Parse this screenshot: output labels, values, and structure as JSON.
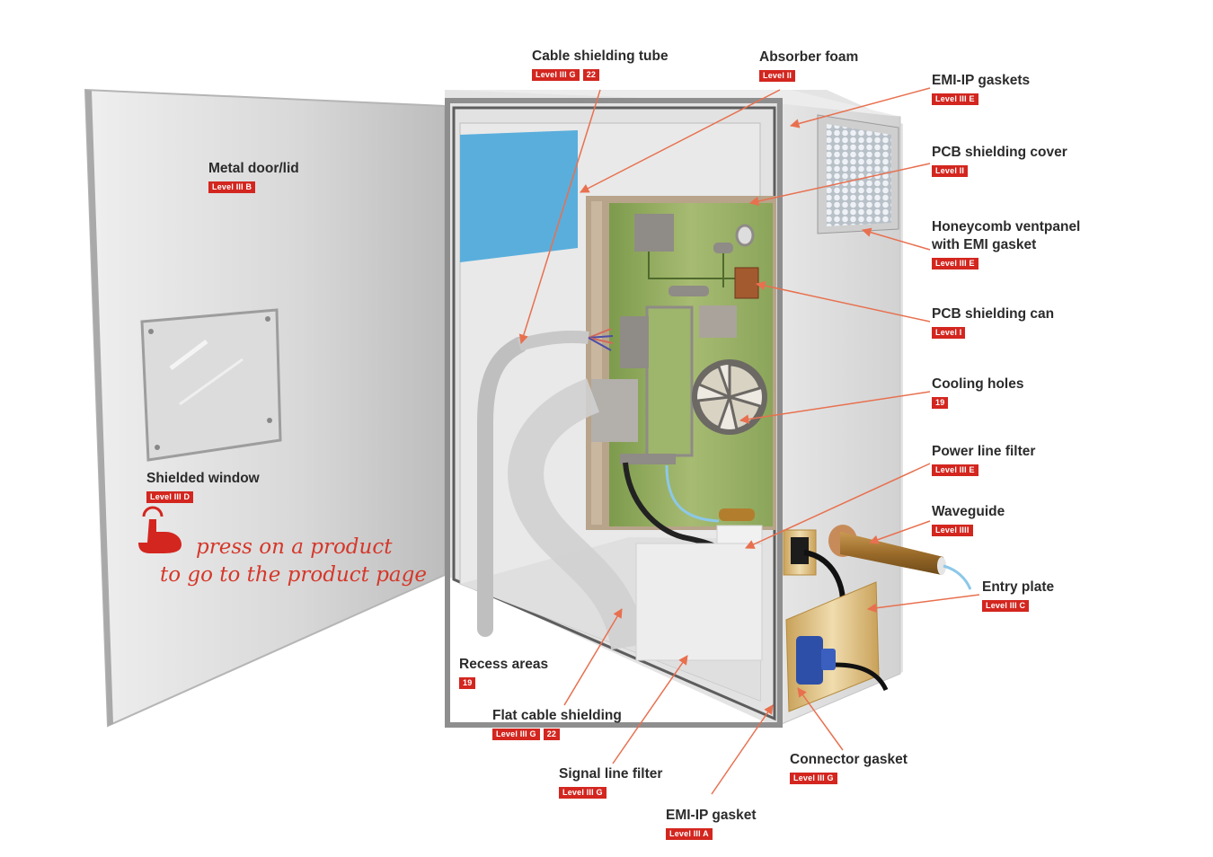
{
  "diagram": {
    "title": "EMI shielded enclosure",
    "accent_color": "#d3261f",
    "leader_color": "#e8704f",
    "hint": {
      "icon": "tap-hand-icon",
      "line1": "press on a product",
      "line2": "to go to the product page"
    },
    "labels": [
      {
        "id": "cable-shielding-tube",
        "title": "Cable shielding tube",
        "badges": [
          "Level III G",
          "22"
        ]
      },
      {
        "id": "absorber-foam",
        "title": "Absorber foam",
        "badges": [
          "Level II"
        ]
      },
      {
        "id": "emi-ip-gaskets",
        "title": "EMI-IP gaskets",
        "badges": [
          "Level III E"
        ]
      },
      {
        "id": "pcb-shielding-cover",
        "title": "PCB shielding cover",
        "badges": [
          "Level II"
        ]
      },
      {
        "id": "honeycomb-ventpanel",
        "title": "Honeycomb ventpanel",
        "title2": "with EMI gasket",
        "badges": [
          "Level III E"
        ]
      },
      {
        "id": "pcb-shielding-can",
        "title": "PCB shielding can",
        "badges": [
          "Level I"
        ]
      },
      {
        "id": "cooling-holes",
        "title": "Cooling holes",
        "badges": [
          "19"
        ]
      },
      {
        "id": "power-line-filter",
        "title": "Power line filter",
        "badges": [
          "Level III E"
        ]
      },
      {
        "id": "waveguide",
        "title": "Waveguide",
        "badges": [
          "Level IIII"
        ]
      },
      {
        "id": "entry-plate",
        "title": "Entry plate",
        "badges": [
          "Level III C"
        ]
      },
      {
        "id": "metal-door-lid",
        "title": "Metal door/lid",
        "badges": [
          "Level III B"
        ]
      },
      {
        "id": "shielded-window",
        "title": "Shielded window",
        "badges": [
          "Level III D"
        ]
      },
      {
        "id": "recess-areas",
        "title": "Recess areas",
        "badges": [
          "19"
        ]
      },
      {
        "id": "flat-cable-shielding",
        "title": "Flat cable shielding",
        "badges": [
          "Level III G",
          "22"
        ]
      },
      {
        "id": "signal-line-filter",
        "title": "Signal line filter",
        "badges": [
          "Level III G"
        ]
      },
      {
        "id": "emi-ip-gasket",
        "title": "EMI-IP gasket",
        "badges": [
          "Level III A"
        ]
      },
      {
        "id": "connector-gasket",
        "title": "Connector gasket",
        "badges": [
          "Level III G"
        ]
      }
    ]
  }
}
